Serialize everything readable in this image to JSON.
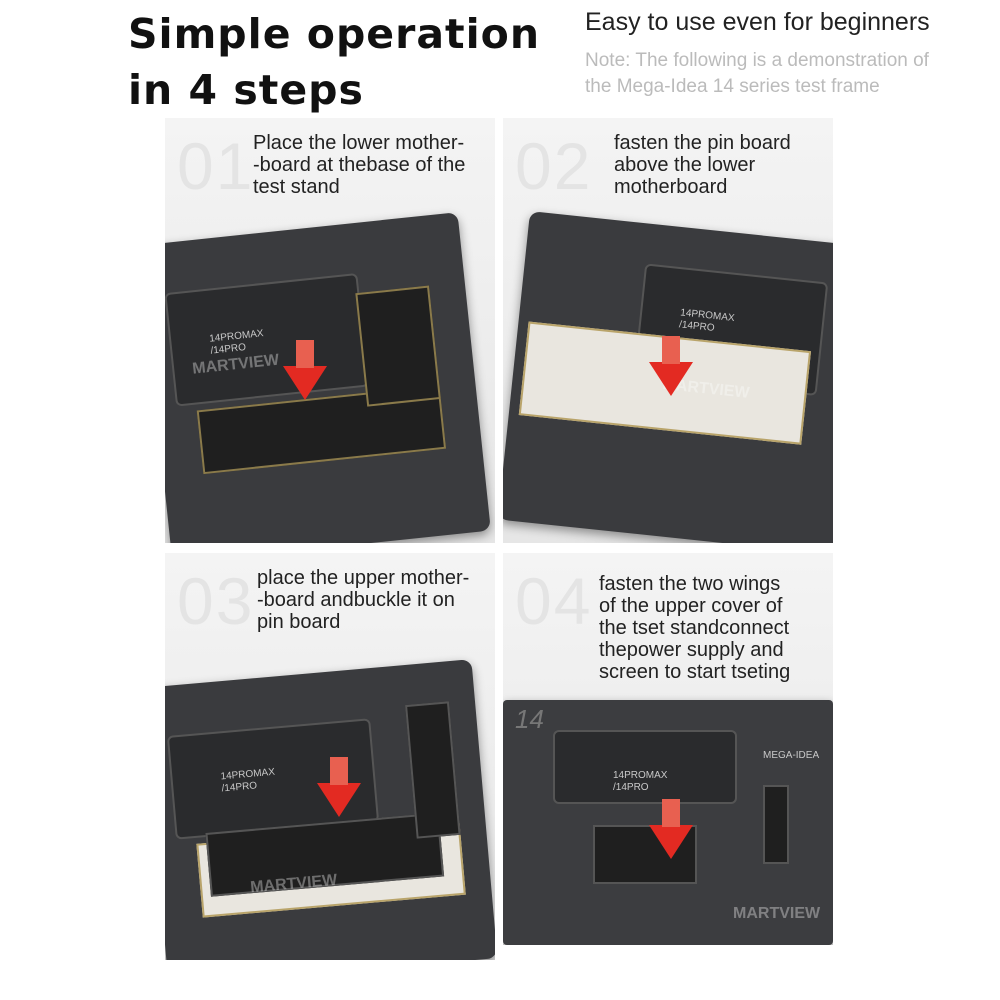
{
  "header": {
    "title_line1": "Simple operation",
    "title_line2": "in 4 steps",
    "subtitle": "Easy to use even for beginners",
    "note_line1": "Note: The following is a demonstration of",
    "note_line2": "the Mega-Idea 14 series test frame"
  },
  "steps": [
    {
      "number": "01",
      "lines": [
        "Place the lower mother-",
        "-board at thebase of the",
        "test stand"
      ]
    },
    {
      "number": "02",
      "lines": [
        "fasten the pin board",
        "above the lower",
        "motherboard"
      ]
    },
    {
      "number": "03",
      "lines": [
        "place the upper mother-",
        "-board andbuckle it on",
        "pin board"
      ]
    },
    {
      "number": "04",
      "lines": [
        "fasten the two wings",
        "of the upper cover of",
        "the tset standconnect",
        "thepower supply and",
        "screen to start tseting"
      ]
    }
  ],
  "device": {
    "model_label": "14PROMAX /14PRO",
    "brand": "MEGA-IDEA",
    "series": "14",
    "watermark": "MARTVIEW"
  },
  "colors": {
    "arrow": "#e32a22",
    "frame": "#3a3b3e"
  }
}
